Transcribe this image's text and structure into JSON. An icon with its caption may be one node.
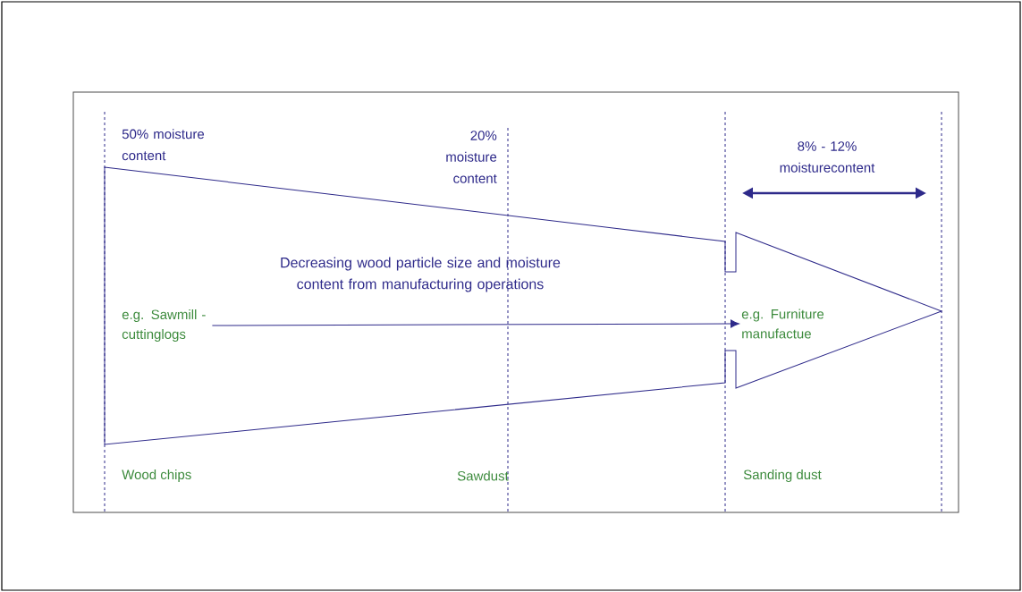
{
  "diagram": {
    "nodes": [
      {
        "text": [
          "Decreasing wood particle size and moisture content from manufacturing operations"
        ]
      },
      {
        "text": [
          "e.g. Sawmill - cuttinglogs"
        ],
        "in": 0
      },
      {
        "text": [
          "e.g. Furniture manufactue"
        ],
        "in": 0
      }
    ],
    "edges": [
      {
        "from": 1,
        "to": 2,
        "arrow": "to"
      }
    ],
    "labels": [
      "50% moisture content",
      "20% moisture content",
      "8% - 12% moisturecontent",
      "Wood chips",
      "Sawdust",
      "Sanding dust"
    ]
  }
}
